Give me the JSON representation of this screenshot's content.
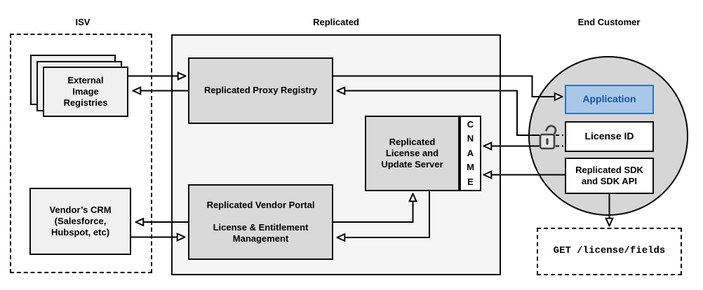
{
  "sections": {
    "isv": {
      "label": "ISV"
    },
    "replicated": {
      "label": "Replicated"
    },
    "end_customer": {
      "label": "End Customer"
    }
  },
  "nodes": {
    "external_image_registries": {
      "label": "External\nImage\nRegistries"
    },
    "vendors_crm": {
      "label": "Vendor’s CRM\n(Salesforce,\nHubspot, etc)"
    },
    "replicated_proxy_registry": {
      "label": "Replicated Proxy Registry"
    },
    "replicated_license_update_server": {
      "label": "Replicated\nLicense and\nUpdate Server"
    },
    "cname": {
      "label": "C\nN\nA\nM\nE"
    },
    "replicated_vendor_portal": {
      "label": "Replicated Vendor Portal\n\nLicense & Entitlement\nManagement"
    },
    "application": {
      "label": "Application"
    },
    "license_id": {
      "label": "License ID"
    },
    "replicated_sdk": {
      "label": "Replicated SDK\nand SDK API"
    },
    "get_license_fields": {
      "label": "GET /license/fields"
    }
  },
  "icons": {
    "unlock_icon": "open-padlock"
  },
  "edges": [
    {
      "from": "external-image-registries",
      "to": "replicated-proxy-registry",
      "arrow": "right"
    },
    {
      "from": "replicated-proxy-registry",
      "to": "external-image-registries",
      "arrow": "left"
    },
    {
      "from": "replicated-proxy-registry",
      "to": "application",
      "arrow": "right"
    },
    {
      "from": "license-id-unlock",
      "to": "replicated-proxy-registry",
      "arrow": "left"
    },
    {
      "from": "replicated-vendor-portal",
      "to": "vendors-crm",
      "arrow": "left"
    },
    {
      "from": "vendors-crm",
      "to": "replicated-vendor-portal",
      "arrow": "right"
    },
    {
      "from": "replicated-vendor-portal",
      "to": "replicated-license-update-server",
      "arrow": "up"
    },
    {
      "from": "replicated-license-update-server",
      "to": "replicated-vendor-portal",
      "arrow": "left"
    },
    {
      "from": "license-id-unlock",
      "to": "cname",
      "arrow": "left"
    },
    {
      "from": "replicated-sdk",
      "to": "cname",
      "arrow": "left"
    },
    {
      "from": "replicated-sdk",
      "to": "get-license-fields",
      "arrow": "down"
    }
  ],
  "colors": {
    "node_fill_gray": "#d9d9d9",
    "node_fill_light": "#f0f0f0",
    "replicated_container_fill": "#f5f5f5",
    "end_customer_circle_fill": "#d6d6d6",
    "application_fill": "#a9c7e8",
    "application_border": "#2e75b6",
    "application_text": "#1a53a1",
    "line_color": "#000000"
  }
}
